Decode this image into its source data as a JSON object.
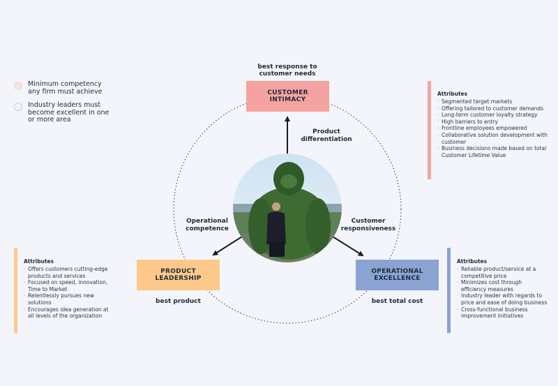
{
  "legend": [
    {
      "text": "Minimum competency any firm must achieve",
      "color": "#f6e3e1"
    },
    {
      "text": "Industry leaders must become excellent in one or more area",
      "color": "#f3f5fa"
    }
  ],
  "top": {
    "caption": "best response to customer needs",
    "box_label": "CUSTOMER INTIMACY",
    "color": "#f4a3a0"
  },
  "left": {
    "box_label": "PRODUCT LEADERSHIP",
    "caption": "best product",
    "color": "#fdc98a"
  },
  "right": {
    "box_label": "OPERATIONAL EXCELLENCE",
    "caption": "best total cost",
    "color": "#8aa3d3"
  },
  "arrows": {
    "up": "Product differentiation",
    "left": "Operational competence",
    "right": "Customer responsiveness"
  },
  "attributes": {
    "customer_intimacy": {
      "title": "Attributes",
      "color": "#f4a3a0",
      "items": [
        "Segmented target markets",
        "Offering tailored to customer demands",
        "Long-term customer loyalty strategy",
        "High barriers to entry",
        "Frontline employees empowered",
        "Collaborative solution development with customer",
        "Business decisions made based on total Customer Lifetime Value"
      ]
    },
    "product_leadership": {
      "title": "Attributes",
      "color": "#fdc98a",
      "items": [
        "Offers customers cutting-edge products and services",
        "Focused on speed, innovation, Time to Market",
        "Relentlessly pursues new solutions",
        "Encourages idea generation at all levels of the organization"
      ]
    },
    "operational_excellence": {
      "title": "Attributes",
      "color": "#8aa3d3",
      "items": [
        "Reliable product/service at a competitive price",
        "Minimizes cost through efficiency measures",
        "Industry leader with regards to price and ease of doing business",
        "Cross-functional business improvement initiatives"
      ]
    }
  }
}
